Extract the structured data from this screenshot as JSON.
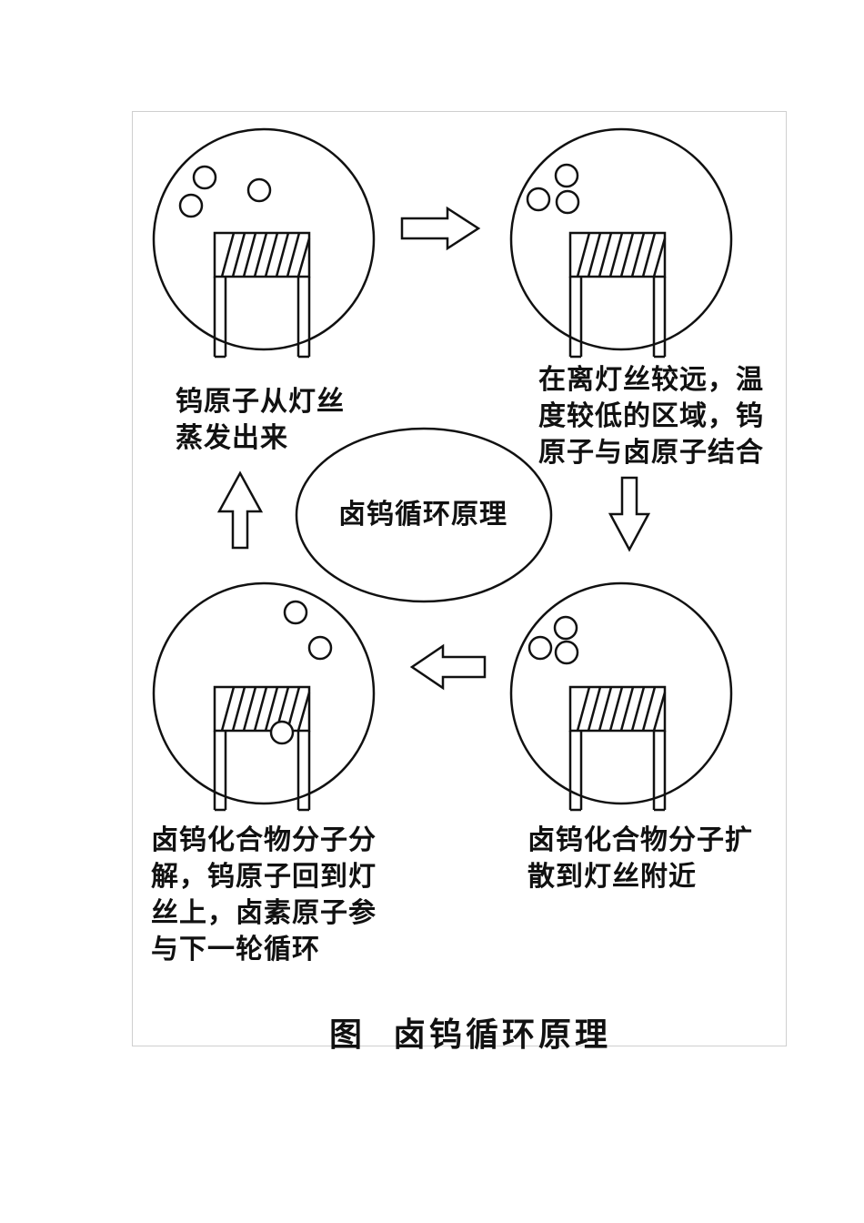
{
  "center": {
    "label": "卤钨循环原理"
  },
  "steps": [
    {
      "id": "top-left",
      "lines": [
        "钨原子从灯丝",
        "蒸发出来"
      ]
    },
    {
      "id": "top-right",
      "lines": [
        "在离灯丝较远，温",
        "度较低的区域，钨",
        "原子与卤原子结合"
      ]
    },
    {
      "id": "bottom-right",
      "lines": [
        "卤钨化合物分子扩",
        "散到灯丝附近"
      ]
    },
    {
      "id": "bottom-left",
      "lines": [
        "卤钨化合物分子分",
        "解，钨原子回到灯",
        "丝上，卤素原子参",
        "与下一轮循环"
      ]
    }
  ],
  "caption": {
    "prefix": "图",
    "title": "卤钨循环原理"
  }
}
